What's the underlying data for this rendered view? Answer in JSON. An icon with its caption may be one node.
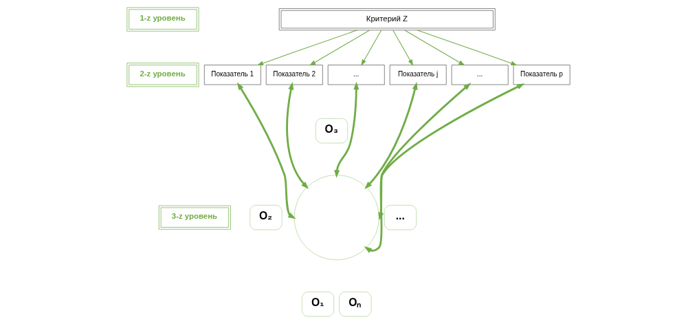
{
  "diagram": {
    "nodes": [
      {
        "text": [
          "1-z уровень"
        ]
      },
      {
        "text": [
          "Критерий Z"
        ]
      },
      {
        "text": [
          "2-z уровень"
        ]
      },
      {
        "text": [
          "Показатель 1"
        ]
      },
      {
        "text": [
          "Показатель 2"
        ]
      },
      {
        "text": [
          "..."
        ]
      },
      {
        "text": [
          "Показатель j"
        ]
      },
      {
        "text": [
          "..."
        ]
      },
      {
        "text": [
          "Показатель p"
        ]
      },
      {
        "text": [
          "3-z уровень"
        ]
      },
      {
        "text": [],
        "shape": "circle"
      },
      {
        "text": [
          "O₃"
        ]
      },
      {
        "text": [
          "O₂"
        ]
      },
      {
        "text": [
          "..."
        ]
      },
      {
        "text": [
          "O₁"
        ]
      },
      {
        "text": [
          "Oₙ"
        ]
      }
    ],
    "edges": [
      {
        "from": 1,
        "to": 3,
        "arrow": "to"
      },
      {
        "from": 1,
        "to": 4,
        "arrow": "to"
      },
      {
        "from": 1,
        "to": 5,
        "arrow": "to"
      },
      {
        "from": 1,
        "to": 6,
        "arrow": "to"
      },
      {
        "from": 1,
        "to": 7,
        "arrow": "to"
      },
      {
        "from": 1,
        "to": 8,
        "arrow": "to"
      },
      {
        "from": 3,
        "to": 10,
        "arrow": "both",
        "style": "thick"
      },
      {
        "from": 4,
        "to": 10,
        "arrow": "both",
        "style": "thick"
      },
      {
        "from": 5,
        "to": 10,
        "arrow": "both",
        "style": "thick"
      },
      {
        "from": 6,
        "to": 10,
        "arrow": "both",
        "style": "thick"
      },
      {
        "from": 7,
        "to": 10,
        "arrow": "both",
        "style": "thick"
      },
      {
        "from": 8,
        "to": 10,
        "arrow": "both",
        "style": "thick"
      }
    ]
  }
}
